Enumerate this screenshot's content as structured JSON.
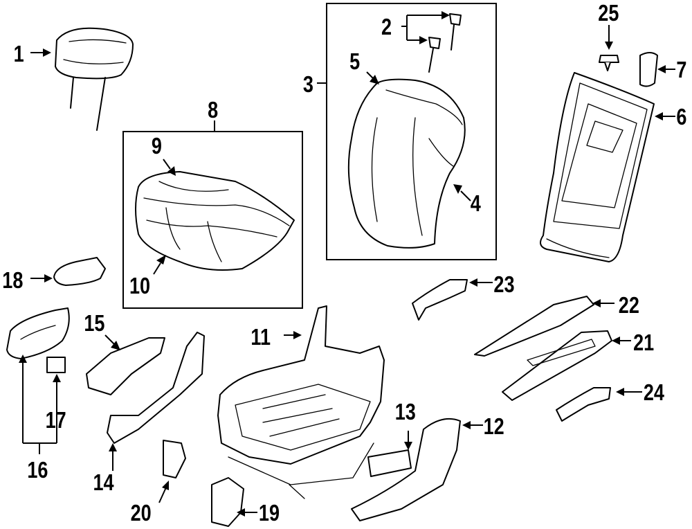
{
  "callouts": {
    "n1": "1",
    "n2": "2",
    "n3": "3",
    "n4": "4",
    "n5": "5",
    "n6": "6",
    "n7": "7",
    "n8": "8",
    "n9": "9",
    "n10": "10",
    "n11": "11",
    "n12": "12",
    "n13": "13",
    "n14": "14",
    "n15": "15",
    "n16": "16",
    "n17": "17",
    "n18": "18",
    "n19": "19",
    "n20": "20",
    "n21": "21",
    "n22": "22",
    "n23": "23",
    "n24": "24",
    "n25": "25"
  }
}
